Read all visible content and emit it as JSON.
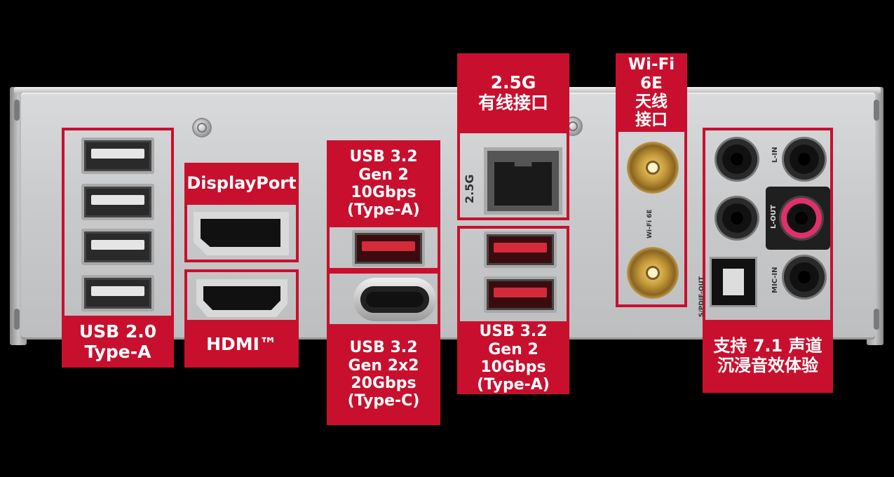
{
  "labels": {
    "usb20": [
      "USB 2.0",
      "Type-A"
    ],
    "displayport": "DisplayPort",
    "hdmi": "HDMI™",
    "usb32_top": [
      "USB 3.2",
      "Gen 2 10Gbps",
      "(Type-A)"
    ],
    "usb32_c": [
      "USB 3.2",
      "Gen 2x2",
      "20Gbps",
      "(Type-C)"
    ],
    "lan": [
      "2.5G",
      "有线接口"
    ],
    "usb32_right": [
      "USB 3.2",
      "Gen 2 10Gbps",
      "(Type-A)"
    ],
    "wifi": [
      "Wi-Fi 6E",
      "天线",
      "接口"
    ],
    "audio": [
      "支持 7.1 声道",
      "沉浸音效体验"
    ]
  },
  "silkscreen": {
    "lan_speed": "2.5G",
    "wifi_mark": "Wi-Fi 6E",
    "line_in": "L-IN",
    "line_out": "L-OUT",
    "mic_in": "MIC-IN",
    "spdif_out": "S/PDIF-OUT"
  },
  "colors": {
    "accent_red": "#c8102e",
    "plate_silver": "#c9cacc",
    "background": "#000000"
  }
}
